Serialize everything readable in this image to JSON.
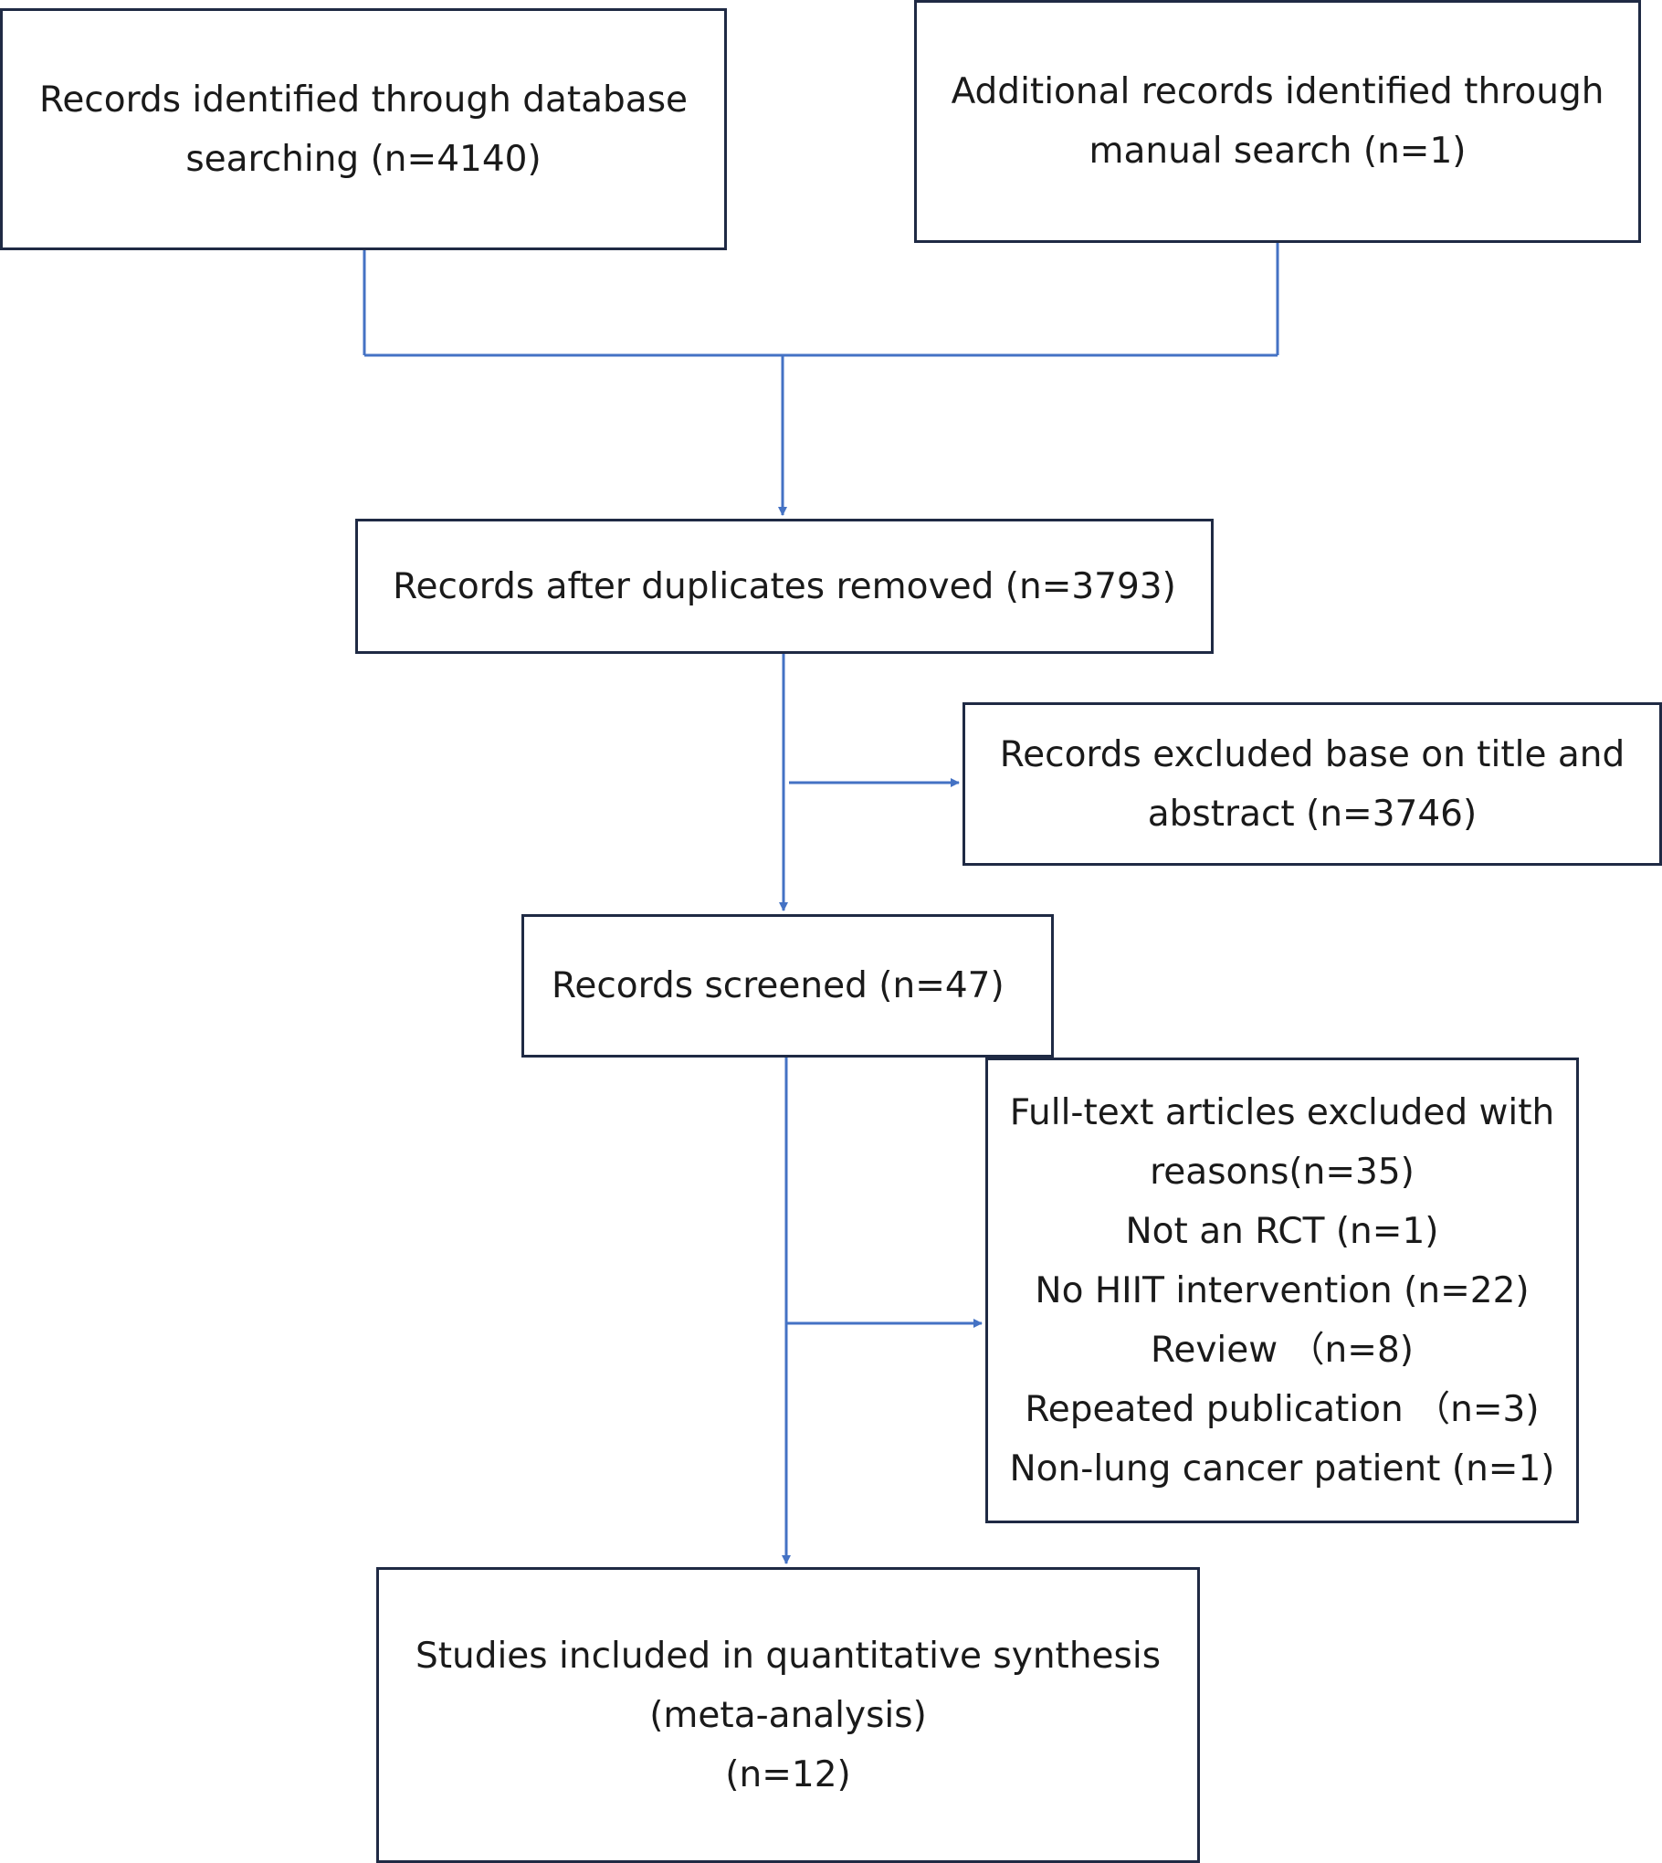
{
  "colors": {
    "box_border": "#1f2a44",
    "connector": "#4472c4",
    "text": "#1a1a1a"
  },
  "boxes": {
    "database_search": {
      "lines": [
        "Records identified through database",
        "searching (n=4140)"
      ]
    },
    "manual_search": {
      "lines": [
        "Additional records identified through",
        "manual search (n=1)"
      ]
    },
    "duplicates_removed": {
      "lines": [
        "Records after duplicates removed (n=3793)"
      ]
    },
    "excluded_title_abstract": {
      "lines": [
        "Records excluded base on title and",
        "abstract (n=3746)"
      ]
    },
    "screened": {
      "lines": [
        "Records screened (n=47)"
      ]
    },
    "fulltext_excluded": {
      "lines": [
        "Full-text articles excluded with",
        "reasons(n=35)",
        "Not an RCT (n=1)",
        "No HIIT intervention (n=22)",
        "Review （n=8)",
        "Repeated publication （n=3)",
        "Non-lung cancer patient (n=1)"
      ]
    },
    "included": {
      "lines": [
        "Studies included in quantitative synthesis",
        "(meta-analysis)",
        "(n=12)"
      ]
    }
  }
}
